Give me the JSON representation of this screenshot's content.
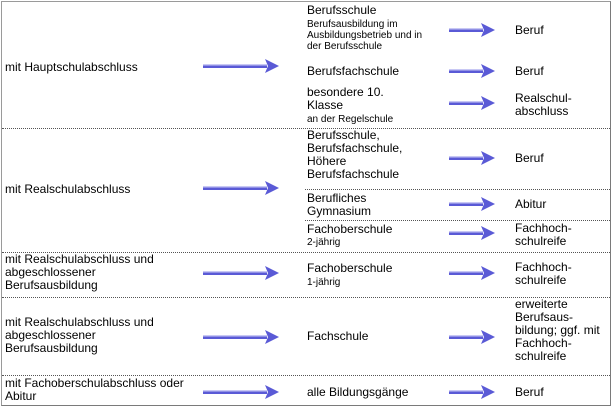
{
  "rows": [
    {
      "qualification": "mit Hauptschulabschluss",
      "paths": [
        {
          "school": "Berufsschule",
          "note": "Berufsausbildung im Ausbildungsbetrieb und in der Berufsschule",
          "result": "Beruf"
        },
        {
          "school": "Berufsfachschule",
          "note": "",
          "result": "Beruf"
        },
        {
          "school": "besondere 10. Klasse",
          "note": "an der Regelschule",
          "result": "Realschul-abschluss"
        }
      ]
    },
    {
      "qualification": "mit Realschulabschluss",
      "paths": [
        {
          "school": "Berufsschule, Berufsfachschule, Höhere Berufsfachschule",
          "note": "",
          "result": "Beruf"
        },
        {
          "school": "Berufliches Gymnasium",
          "note": "",
          "result": "Abitur"
        },
        {
          "school": "Fachoberschule",
          "note": "2-jährig",
          "result": "Fachhoch-schulreife"
        }
      ]
    },
    {
      "qualification": "mit Realschulabschluss und abgeschlossener Berufsausbildung",
      "paths": [
        {
          "school": "Fachoberschule",
          "note": "1-jährig",
          "result": "Fachhoch-schulreife"
        }
      ]
    },
    {
      "qualification": "mit Realschulabschluss und abgeschlossener Berufsausbildung",
      "paths": [
        {
          "school": "Fachschule",
          "note": "",
          "result": "erweiterte Berufsaus-bildung; ggf. mit Fachhoch-schulreife"
        }
      ]
    },
    {
      "qualification": "mit Fachoberschulabschluss oder Abitur",
      "paths": [
        {
          "school": "alle Bildungsgänge",
          "note": "",
          "result": "Beruf"
        }
      ]
    }
  ],
  "colors": {
    "arrow": "#5a5ad6",
    "arrow_light": "#c8c8f4",
    "rule": "#555555"
  }
}
